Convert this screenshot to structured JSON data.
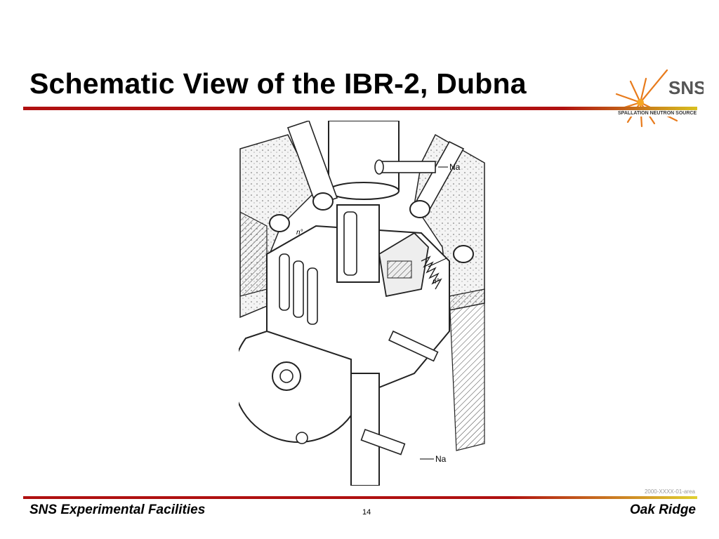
{
  "slide": {
    "title": "Schematic View of the IBR-2, Dubna",
    "page_number": "14",
    "doc_id": "2000-XXXX-01-area"
  },
  "logo": {
    "text": "SNS",
    "subtitle": "SPALLATION NEUTRON SOURCE"
  },
  "figure": {
    "label_na_top": "Na",
    "label_na_bottom": "Na",
    "label_neutron_left": "n°",
    "label_neutron_right": "n°"
  },
  "footer": {
    "left": "SNS Experimental Facilities",
    "right": "Oak Ridge"
  },
  "colors": {
    "rule_red": "#b01010",
    "rule_gold": "#d8c020",
    "logo_orange": "#e87b1c"
  }
}
